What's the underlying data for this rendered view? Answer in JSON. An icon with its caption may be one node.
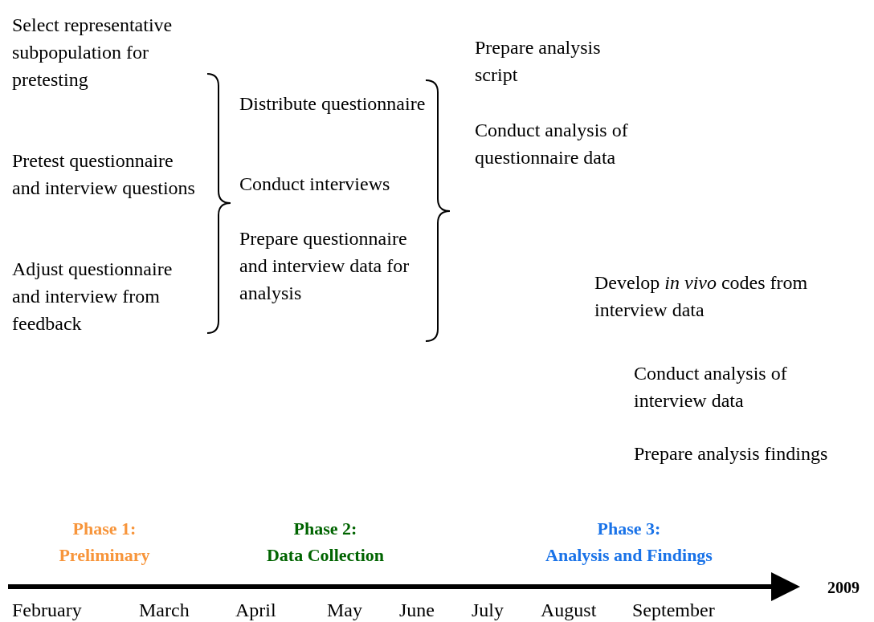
{
  "diagram": {
    "labels": [
      "Select representative subpopulation for pretesting",
      "Pretest questionnaire and interview questions",
      "Adjust questionnaire and interview from feedback",
      "Distribute questionnaire",
      "Conduct interviews",
      "Prepare questionnaire and interview data for analysis",
      "Prepare analysis script",
      "Conduct analysis of questionnaire data",
      "Develop *in vivo* codes from interview data",
      "Conduct analysis of interview data",
      "Prepare analysis findings",
      "Phase 1:",
      "Preliminary",
      "Phase 2:",
      "Data Collection",
      "Phase 3:",
      "Analysis and Findings",
      "2009",
      "February",
      "March",
      "April",
      "May",
      "June",
      "July",
      "August",
      "September"
    ]
  }
}
